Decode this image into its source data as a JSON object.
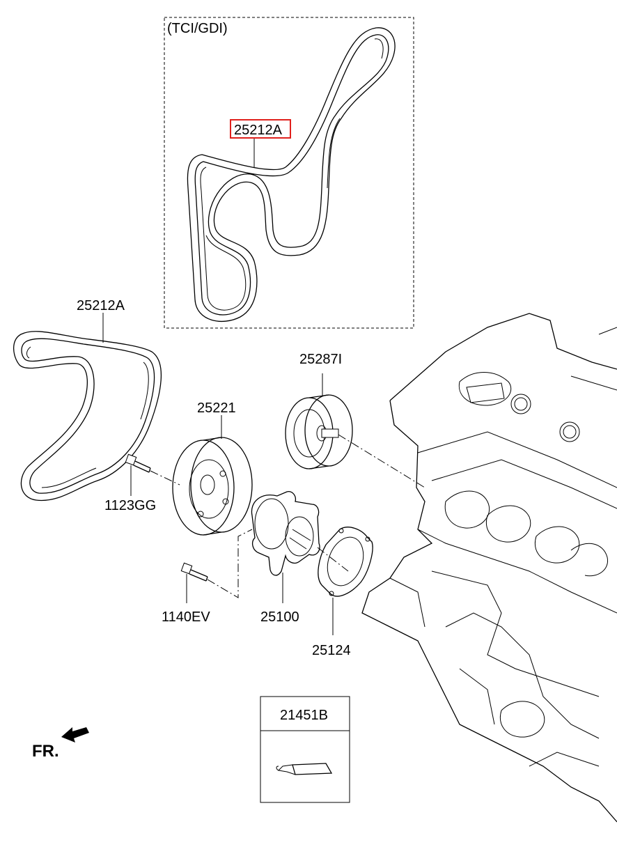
{
  "diagram": {
    "inset_label": "(TCI/GDI)",
    "parts": {
      "belt_inset": "25212A",
      "belt_main": "25212A",
      "idler_pulley": "25287I",
      "pump_pulley": "25221",
      "bolt_pulley": "1123GG",
      "bolt_pump": "1140EV",
      "water_pump": "25100",
      "gasket": "25124",
      "sealant": "21451B"
    },
    "front_marker": "FR.",
    "highlight_color": "#e0201c",
    "line_color": "#000000"
  }
}
